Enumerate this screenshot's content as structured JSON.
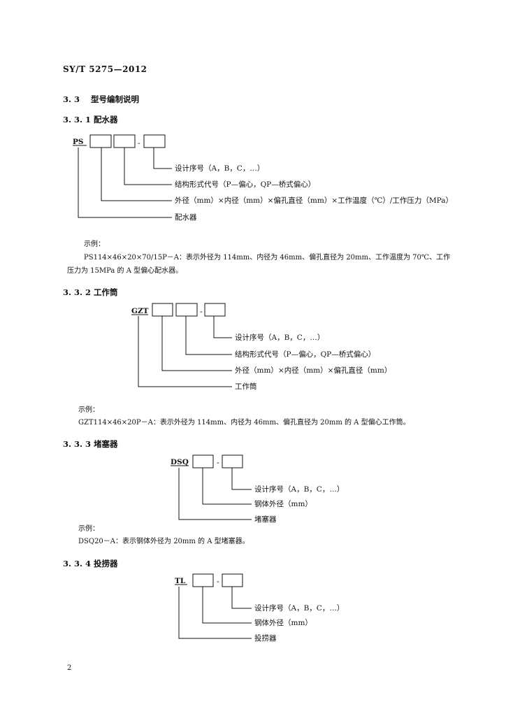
{
  "header": {
    "doc_id": "SY/T 5275—2012"
  },
  "section": {
    "number": "3. 3",
    "title": "型号编制说明"
  },
  "sub1": {
    "number": "3. 3. 1",
    "title": "配水器",
    "code": "PS",
    "dash": "-",
    "labels": [
      "设计序号（A，B，C，…）",
      "结构形式代号（P—偏心，QP—桥式偏心）",
      "外径（mm）×内径（mm）×偏孔直径（mm）×工作温度（℃）/工作压力（MPa）",
      "配水器"
    ],
    "example_title": "示例：",
    "example_line1": "PS114×46×20×70/15P－A：表示外径为 114mm、内径为 46mm、偏孔直径为 20mm、工作温度为 70℃、工作",
    "example_line2": "压力为 15MPa 的 A 型偏心配水器。"
  },
  "sub2": {
    "number": "3. 3. 2",
    "title": "工作筒",
    "code": "GZT",
    "dash": "-",
    "labels": [
      "设计序号（A，B，C，…）",
      "结构形式代号（P—偏心，QP—桥式偏心）",
      "外径（mm）×内径（mm）×偏孔直径（mm）",
      "工作筒"
    ],
    "example_title": "示例：",
    "example_line1": "GZT114×46×20P－A：表示外径为 114mm、内径为 46mm、偏孔直径为 20mm 的 A 型偏心工作筒。"
  },
  "sub3": {
    "number": "3. 3. 3",
    "title": "堵塞器",
    "code": "DSQ",
    "dash": "-",
    "labels": [
      "设计序号（A，B，C，…）",
      "钢体外径（mm）",
      "堵塞器"
    ],
    "example_title": "示例：",
    "example_line1": "DSQ20－A：表示钢体外径为 20mm 的 A 型堵塞器。"
  },
  "sub4": {
    "number": "3. 3. 4",
    "title": "投捞器",
    "code": "TL",
    "dash": "-",
    "labels": [
      "设计序号（A，B，C，…）",
      "钢体外径（mm）",
      "投捞器"
    ]
  },
  "footer": {
    "page_number": "2"
  }
}
